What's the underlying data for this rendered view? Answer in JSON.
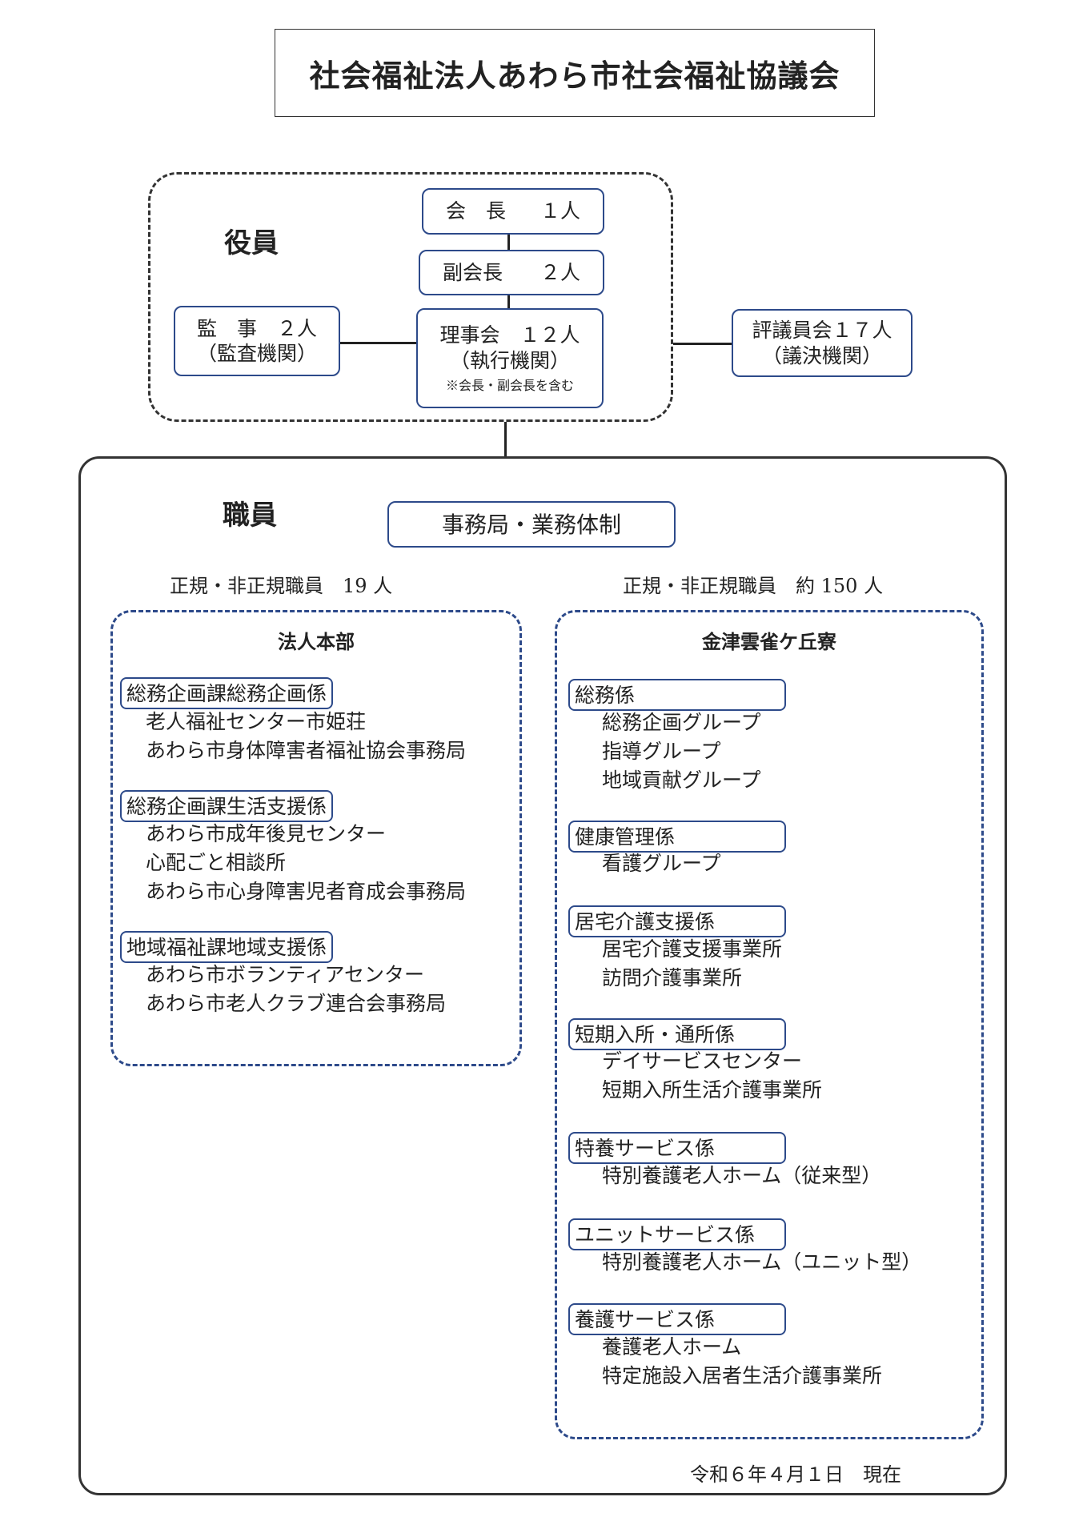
{
  "title": "社会福祉法人あわら市社会福祉協議会",
  "officers": {
    "heading": "役員",
    "president": {
      "role": "会　長",
      "count": "１人"
    },
    "vice_president": {
      "role": "副会長",
      "count": "２人"
    },
    "board": {
      "line1": "理事会　１２人",
      "line2": "（執行機関）",
      "note": "※会長・副会長を含む"
    },
    "auditor": {
      "line1": "監　事　２人",
      "line2": "（監査機関）"
    },
    "council": {
      "line1": "評議員会１７人",
      "line2": "（議決機関）"
    }
  },
  "staff": {
    "heading": "職員",
    "secretariat": "事務局・業務体制",
    "left_count": "正規・非正規職員　19 人",
    "right_count": "正規・非正規職員　約 150 人",
    "hq": {
      "title": "法人本部",
      "sections": [
        {
          "name": "総務企画課総務企画係",
          "items": [
            "老人福祉センター市姫荘",
            "あわら市身体障害者福祉協会事務局"
          ]
        },
        {
          "name": "総務企画課生活支援係",
          "items": [
            "あわら市成年後見センター",
            "心配ごと相談所",
            "あわら市心身障害児者育成会事務局"
          ]
        },
        {
          "name": "地域福祉課地域支援係",
          "items": [
            "あわら市ボランティアセンター",
            "あわら市老人クラブ連合会事務局"
          ]
        }
      ]
    },
    "facility": {
      "title": "金津雲雀ケ丘寮",
      "sections": [
        {
          "name": "総務係",
          "items": [
            "総務企画グループ",
            "指導グループ",
            "地域貢献グループ"
          ]
        },
        {
          "name": "健康管理係",
          "items": [
            "看護グループ"
          ]
        },
        {
          "name": "居宅介護支援係",
          "items": [
            "居宅介護支援事業所",
            "訪問介護事業所"
          ]
        },
        {
          "name": "短期入所・通所係",
          "items": [
            "デイサービスセンター",
            "短期入所生活介護事業所"
          ]
        },
        {
          "name": "特養サービス係",
          "items": [
            "特別養護老人ホーム（従来型）"
          ]
        },
        {
          "name": "ユニットサービス係",
          "items": [
            "特別養護老人ホーム（ユニット型）"
          ]
        },
        {
          "name": "養護サービス係",
          "items": [
            "養護老人ホーム",
            "特定施設入居者生活介護事業所"
          ]
        }
      ]
    }
  },
  "as_of": "令和６年４月１日　現在"
}
